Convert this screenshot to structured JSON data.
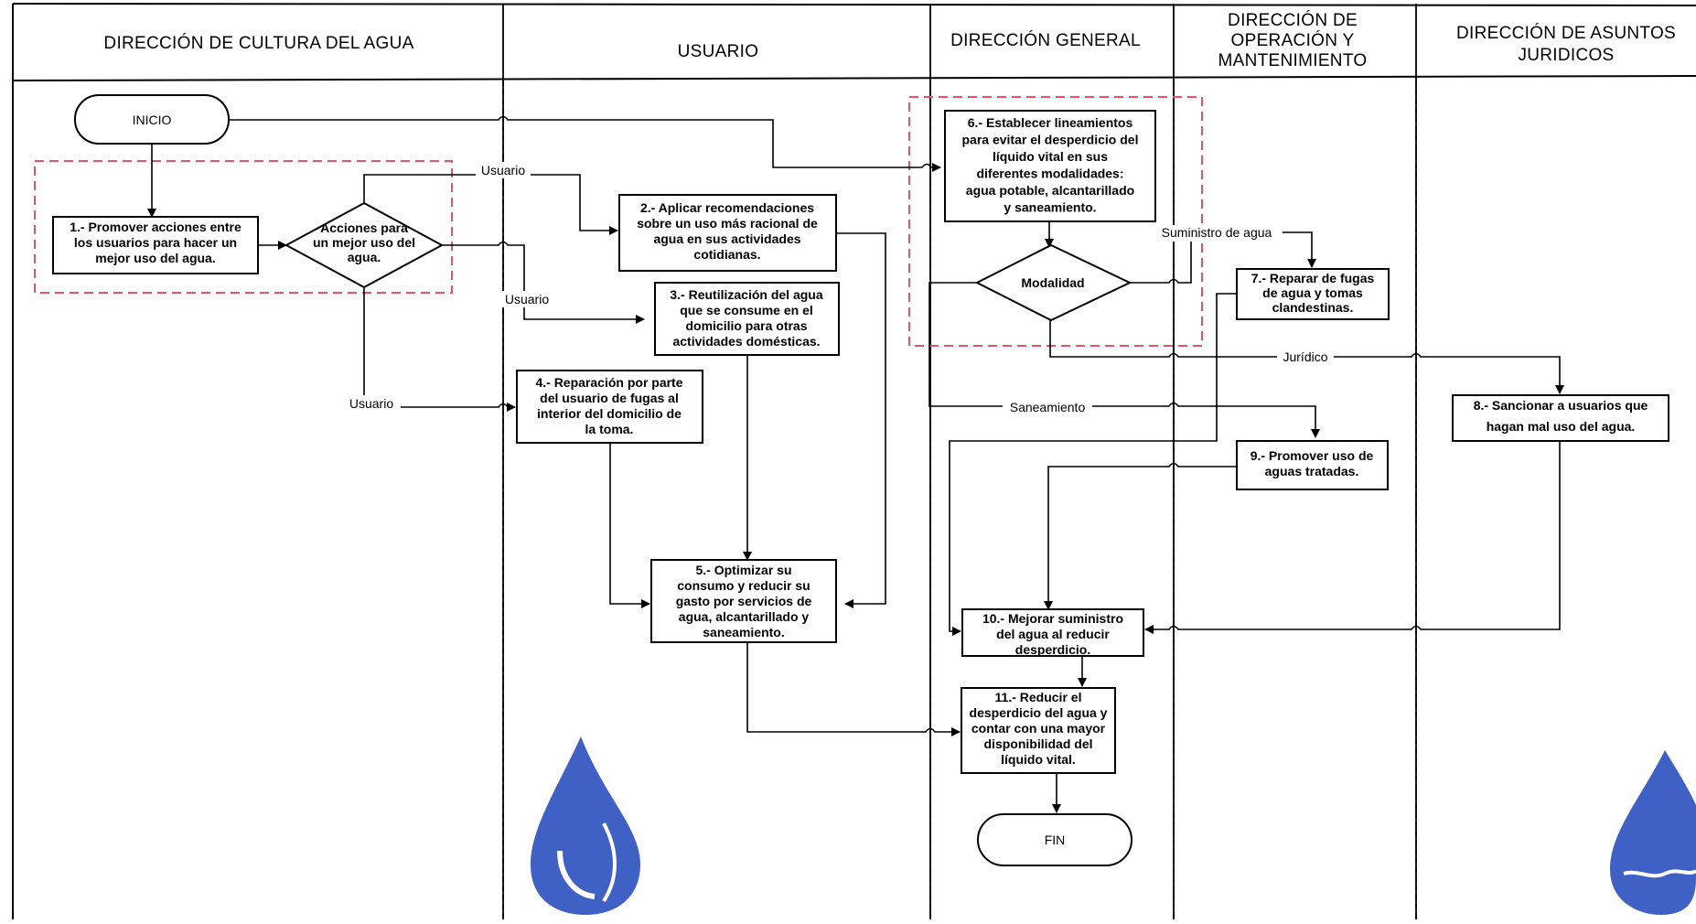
{
  "lanes": [
    "DIRECCIÓN DE CULTURA DEL AGUA",
    "USUARIO",
    "DIRECCIÓN GENERAL",
    "DIRECCIÓN DE|OPERACIÓN Y|MANTENIMIENTO",
    "DIRECCIÓN DE ASUNTOS|JURIDICOS"
  ],
  "nodes": {
    "inicio": "INICIO",
    "fin": "FIN",
    "s1": "1.- Promover acciones entre|los usuarios para hacer un|mejor uso del agua.",
    "d1": "Acciones para|un mejor uso del|agua.",
    "s2": "2.- Aplicar recomendaciones|sobre un uso más racional de|agua en sus actividades|cotidianas.",
    "s3": "3.- Reutilización del agua|que se consume en el|domicilio para otras|actividades domésticas.",
    "s4": "4.- Reparación por parte|del usuario de fugas al|interior del domicilio de|la toma.",
    "s5": "5.- Optimizar su|consumo y reducir su|gasto por servicios de|agua, alcantarillado y|saneamiento.",
    "s6": "6.- Establecer lineamientos|para evitar el desperdicio del|líquido vital en sus|diferentes modalidades:|agua potable, alcantarillado|y saneamiento.",
    "d2": "Modalidad",
    "s7": "7.- Reparar de fugas|de agua y tomas|clandestinas.",
    "s8": "8.- Sancionar a usuarios que|hagan mal uso del agua.",
    "s9": "9.- Promover uso de|aguas tratadas.",
    "s10": "10.- Mejorar suministro|del agua al reducir|desperdicio.",
    "s11": "11.- Reducir el|desperdicio del agua y|contar con una mayor|disponibilidad del|líquido vital."
  },
  "edge_labels": {
    "usuario_a": "Usuario",
    "usuario_b": "Usuario",
    "usuario_c": "Usuario",
    "suministro": "Suministro de agua",
    "juridico": "Jurídico",
    "saneamiento": "Saneamiento"
  },
  "colors": {
    "highlight": "#e8536a",
    "drop_blue": "#2a4fbf"
  }
}
